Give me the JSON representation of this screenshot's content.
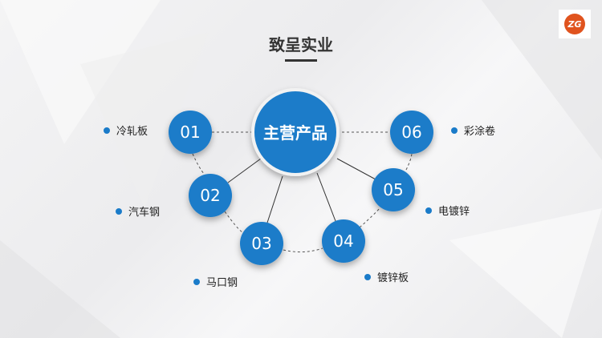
{
  "title": "致呈实业",
  "logo_text": "ZG",
  "center": "主营产品",
  "accent_color": "#1a7bc9",
  "nodes": [
    {
      "num": "01",
      "label": "冷轧板"
    },
    {
      "num": "02",
      "label": "汽车钢"
    },
    {
      "num": "03",
      "label": "马口钢"
    },
    {
      "num": "04",
      "label": "镀锌板"
    },
    {
      "num": "05",
      "label": "电镀锌"
    },
    {
      "num": "06",
      "label": "彩涂卷"
    }
  ]
}
